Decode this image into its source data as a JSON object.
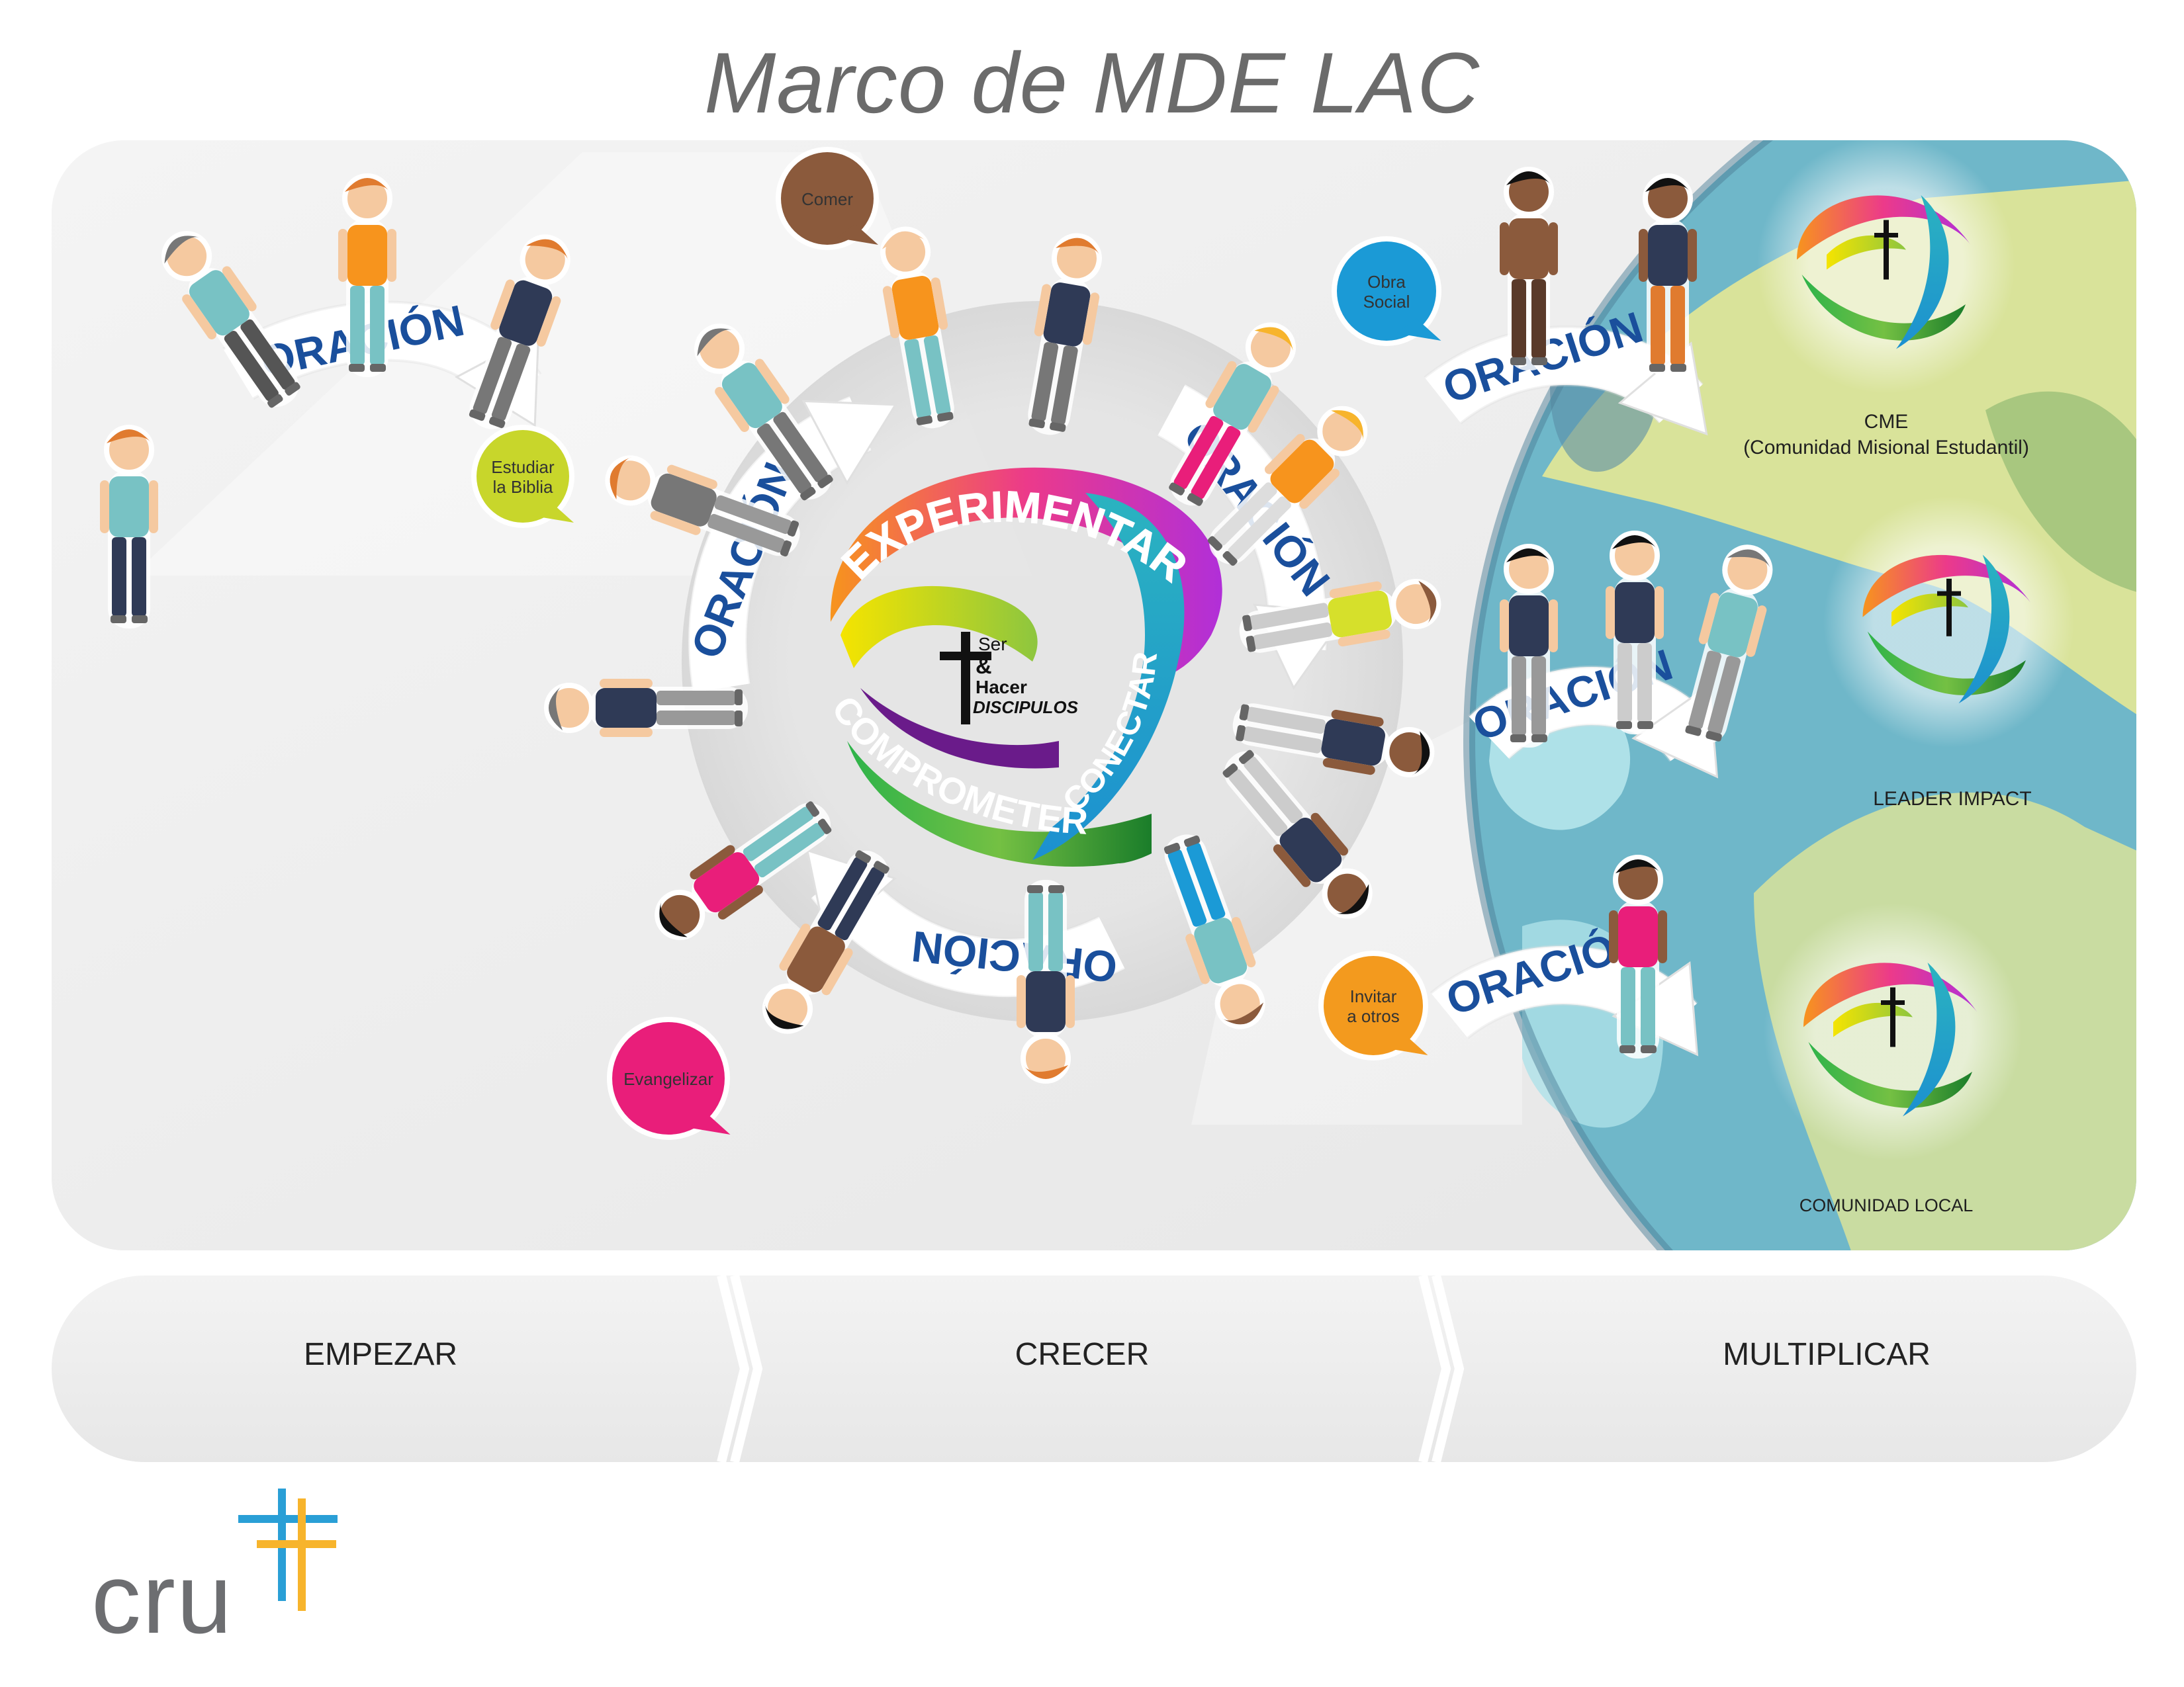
{
  "title": "Marco de MDE LAC",
  "center_emblem": {
    "ring_experimentar": "EXPERIMENTAR",
    "ring_conectar": "CONECTAR",
    "ring_comprometer": "COMPROMETER",
    "center_ser": "Ser",
    "center_and": "&",
    "center_hacer": "Hacer",
    "center_discipulos": "DISCIPULOS"
  },
  "prayer_label": "ORACIÓN",
  "speech_bubbles": [
    {
      "text_lines": [
        "Comer"
      ],
      "color": "#8b5a3c"
    },
    {
      "text_lines": [
        "Obra",
        "Social"
      ],
      "color": "#1b9ad6"
    },
    {
      "text_lines": [
        "Estudiar",
        "la Biblia"
      ],
      "color": "#c8d62b"
    },
    {
      "text_lines": [
        "Evangelizar"
      ],
      "color": "#e91e7a"
    },
    {
      "text_lines": [
        "Invitar",
        "a otros"
      ],
      "color": "#f39a1e"
    }
  ],
  "globe_labels": {
    "cme_title": "CME",
    "cme_subtitle": "(Comunidad Misional Estudantil)",
    "leader_impact": "LEADER IMPACT",
    "local": "COMUNIDAD LOCAL"
  },
  "stages": [
    "EMPEZAR",
    "CRECER",
    "MULTIPLICAR"
  ],
  "logo": {
    "text": "cru",
    "mark_colors": [
      "#2a9fd6",
      "#f7b42c"
    ]
  },
  "colors": {
    "prayer_text": "#1a4f9c",
    "background_panel": "#efefef",
    "ocean": "#6fb7c9",
    "land": "#d9e39a"
  }
}
